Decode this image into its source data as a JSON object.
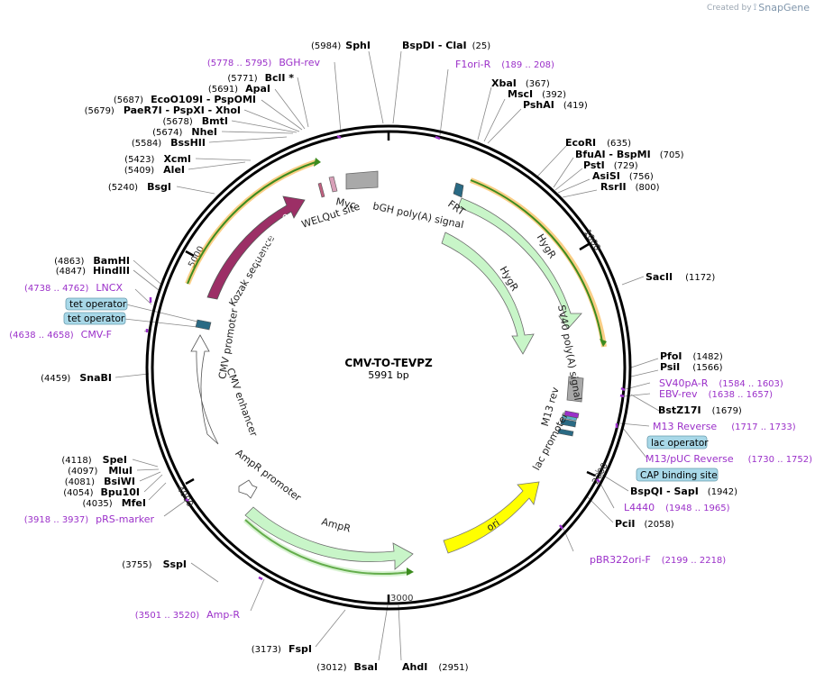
{
  "credit": {
    "prefix": "Created by",
    "brand": "SnapGene"
  },
  "plasmid": {
    "name": "CMV-TO-TEVPZ",
    "size": "5991 bp"
  },
  "ticks": [
    "1000",
    "2000",
    "3000",
    "4000",
    "5000"
  ],
  "enzymes": [
    {
      "name": "SphI",
      "pos": "(5984)"
    },
    {
      "name": "BspDI - ClaI",
      "pos": "(25)"
    },
    {
      "name": "XbaI",
      "pos": "(367)"
    },
    {
      "name": "MscI",
      "pos": "(392)"
    },
    {
      "name": "PshAI",
      "pos": "(419)"
    },
    {
      "name": "EcoRI",
      "pos": "(635)"
    },
    {
      "name": "BfuAI - BspMI",
      "pos": "(705)"
    },
    {
      "name": "PstI",
      "pos": "(729)"
    },
    {
      "name": "AsiSI",
      "pos": "(756)"
    },
    {
      "name": "RsrII",
      "pos": "(800)"
    },
    {
      "name": "SacII",
      "pos": "(1172)"
    },
    {
      "name": "PfoI",
      "pos": "(1482)"
    },
    {
      "name": "PsiI",
      "pos": "(1566)"
    },
    {
      "name": "BstZ17I",
      "pos": "(1679)"
    },
    {
      "name": "BspQI - SapI",
      "pos": "(1942)"
    },
    {
      "name": "PciI",
      "pos": "(2058)"
    },
    {
      "name": "AhdI",
      "pos": "(2951)"
    },
    {
      "name": "BsaI",
      "pos": "(3012)"
    },
    {
      "name": "FspI",
      "pos": "(3173)"
    },
    {
      "name": "SspI",
      "pos": "(3755)"
    },
    {
      "name": "MfeI",
      "pos": "(4035)"
    },
    {
      "name": "Bpu10I",
      "pos": "(4054)"
    },
    {
      "name": "BsiWI",
      "pos": "(4081)"
    },
    {
      "name": "MluI",
      "pos": "(4097)"
    },
    {
      "name": "SpeI",
      "pos": "(4118)"
    },
    {
      "name": "SnaBI",
      "pos": "(4459)"
    },
    {
      "name": "HindIII",
      "pos": "(4847)"
    },
    {
      "name": "BamHI",
      "pos": "(4863)"
    },
    {
      "name": "BsgI",
      "pos": "(5240)"
    },
    {
      "name": "AleI",
      "pos": "(5409)"
    },
    {
      "name": "XcmI",
      "pos": "(5423)"
    },
    {
      "name": "BssHII",
      "pos": "(5584)"
    },
    {
      "name": "NheI",
      "pos": "(5674)"
    },
    {
      "name": "BmtI",
      "pos": "(5678)"
    },
    {
      "name": "PaeR7I - PspXI - XhoI",
      "pos": "(5679)"
    },
    {
      "name": "EcoO109I - PspOMI",
      "pos": "(5687)"
    },
    {
      "name": "ApaI",
      "pos": "(5691)"
    },
    {
      "name": "BclI *",
      "pos": "(5771)"
    }
  ],
  "primers": [
    {
      "name": "BGH-rev",
      "pos": "(5778 .. 5795)"
    },
    {
      "name": "F1ori-R",
      "pos": "(189 .. 208)"
    },
    {
      "name": "SV40pA-R",
      "pos": "(1584 .. 1603)"
    },
    {
      "name": "EBV-rev",
      "pos": "(1638 .. 1657)"
    },
    {
      "name": "M13 Reverse",
      "pos": "(1717 .. 1733)"
    },
    {
      "name": "M13/pUC Reverse",
      "pos": "(1730 .. 1752)"
    },
    {
      "name": "L4440",
      "pos": "(1948 .. 1965)"
    },
    {
      "name": "pBR322ori-F",
      "pos": "(2199 .. 2218)"
    },
    {
      "name": "Amp-R",
      "pos": "(3501 .. 3520)"
    },
    {
      "name": "pRS-marker",
      "pos": "(3918 .. 3937)"
    },
    {
      "name": "CMV-F",
      "pos": "(4638 .. 4658)"
    },
    {
      "name": "LNCX",
      "pos": "(4738 .. 4762)"
    }
  ],
  "boxed": {
    "lac_operator": "lac operator",
    "cap": "CAP binding site",
    "tet1": "tet operator",
    "tet2": "tet operator"
  },
  "features": {
    "bgh": "bGH poly(A) signal",
    "frt": "FRT",
    "hygr_outer": "HygR",
    "hygr_inner": "HygR",
    "sv40": "SV40 poly(A) signal",
    "m13rev": "M13 rev",
    "lacp": "lac promoter",
    "ori": "ori",
    "ampr": "AmpR",
    "amprp": "AmpR promoter",
    "cmve": "CMV enhancer",
    "cmvp": "CMV promoter",
    "kozak": "Kozak sequence",
    "tev": "TEV protease",
    "myc": "Myc",
    "welq": "WELQut site"
  },
  "colors": {
    "tev": "#9c2f66",
    "hyg": "#c8f5c8",
    "ori": "#ffff00",
    "orange": "#f5a623",
    "green": "#3c8b1e",
    "primer": "#9b30c9"
  }
}
